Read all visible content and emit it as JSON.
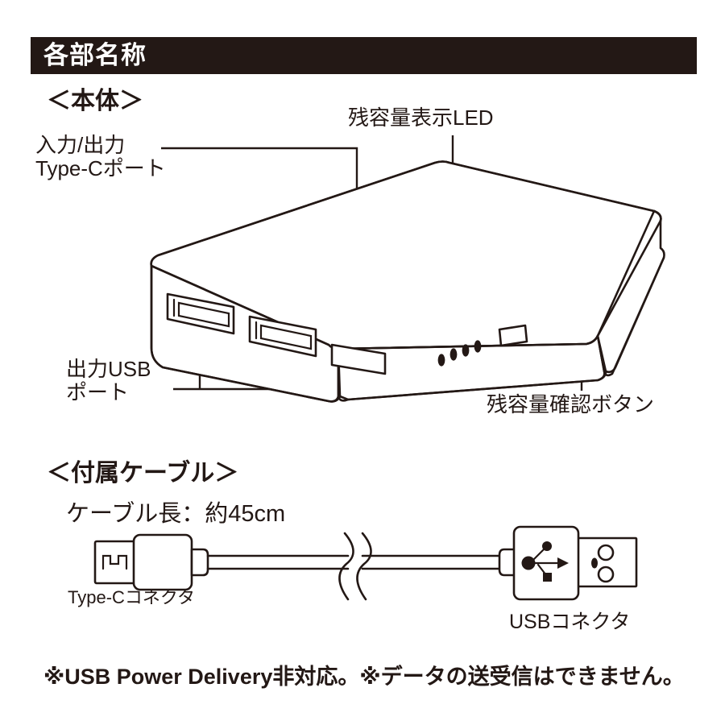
{
  "header": {
    "title": "各部名称"
  },
  "sections": {
    "body_heading": "＜本体＞",
    "cable_heading": "＜付属ケーブル＞",
    "cable_length": "ケーブル長：約45cm"
  },
  "callouts": {
    "io_type_c_port": "入力/出力\nType-Cポート",
    "io_type_c_port_line1": "入力/出力",
    "io_type_c_port_line2": "Type-Cポート",
    "capacity_led": "残容量表示LED",
    "output_usb_port_line1": "出力USB",
    "output_usb_port_line2": "ポート",
    "capacity_button": "残容量確認ボタン",
    "type_c_connector": "Type-Cコネクタ",
    "usb_connector": "USBコネクタ"
  },
  "footnote": "※USB Power Delivery非対応。※データの送受信はできません。",
  "diagram": {
    "device": {
      "name": "power-bank-isometric",
      "led_count": 4,
      "usb_a_port_count": 2,
      "type_c_port_count": 1,
      "button_count": 1
    },
    "cable": {
      "name": "included-usb-cable",
      "left_connector": "Type-C",
      "right_connector": "USB-A",
      "break_symbol": true
    },
    "icons": {
      "usb_trident": "usb-logo-icon",
      "type_c_tip": "type-c-contact-icon"
    }
  },
  "colors": {
    "ink": "#231815",
    "paper": "#ffffff",
    "header_bg": "#231815",
    "header_text": "#ffffff"
  }
}
